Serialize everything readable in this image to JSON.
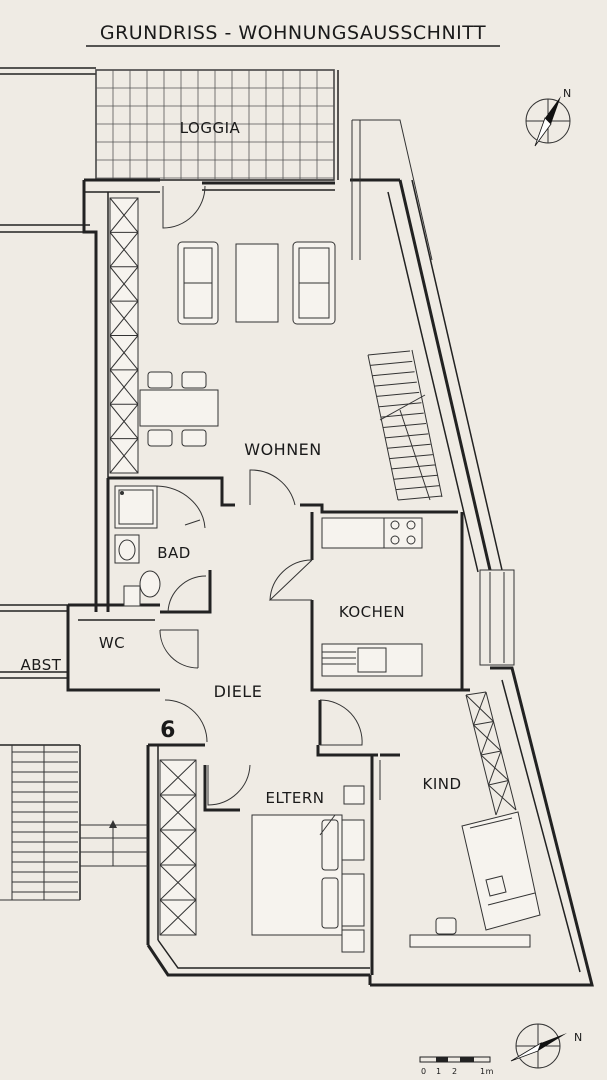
{
  "title": "GRUNDRISS - WOHNUNGSAUSSCHNITT",
  "rooms": {
    "loggia": "LOGGIA",
    "wohnen": "WOHNEN",
    "bad": "BAD",
    "kochen": "KOCHEN",
    "wc": "WC",
    "abst": "ABST",
    "diele": "DIELE",
    "eltern": "ELTERN",
    "kind": "KIND"
  },
  "unit_number": "6",
  "compass": {
    "label": "N"
  },
  "scale": {
    "labels": [
      "0",
      "1",
      "2",
      "1m"
    ]
  },
  "colors": {
    "background": "#efebe4",
    "ink": "#222222"
  }
}
